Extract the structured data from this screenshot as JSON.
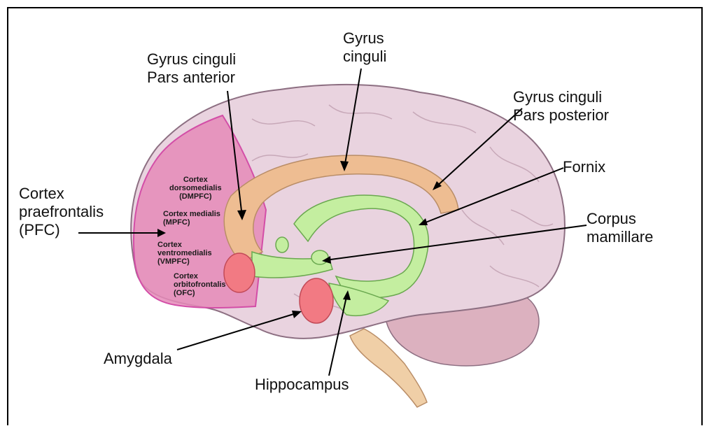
{
  "labels": {
    "gyrus_cinguli": [
      "Gyrus",
      "cinguli"
    ],
    "gyrus_anterior": [
      "Gyrus cinguli",
      "Pars anterior"
    ],
    "gyrus_posterior": [
      "Gyrus cinguli",
      "Pars posterior"
    ],
    "fornix": "Fornix",
    "corpus_mamillare": [
      "Corpus",
      "mamillare"
    ],
    "pfc": [
      "Cortex",
      "praefrontalis",
      "(PFC)"
    ],
    "amygdala": "Amygdala",
    "hippocampus": "Hippocampus"
  },
  "regions": {
    "dmpfc": [
      "Cortex",
      "dorsomedialis",
      "(DMPFC)"
    ],
    "mpfc": [
      "Cortex medialis",
      "(MPFC)"
    ],
    "vmpfc": [
      "Cortex",
      "ventromedialis",
      "(VMPFC)"
    ],
    "ofc": [
      "Cortex",
      "orbitofrontalis",
      "(OFC)"
    ]
  },
  "colors": {
    "brain": "#e9d3df",
    "brain_outline": "#8d6f82",
    "pfc": "#e58ab9",
    "cingulate": "#eebd92",
    "limbic_green": "#c4eea0",
    "amygdala": "#f27a83",
    "cerebellum": "#dcb1bf",
    "brainstem": "#f0cfa7"
  }
}
